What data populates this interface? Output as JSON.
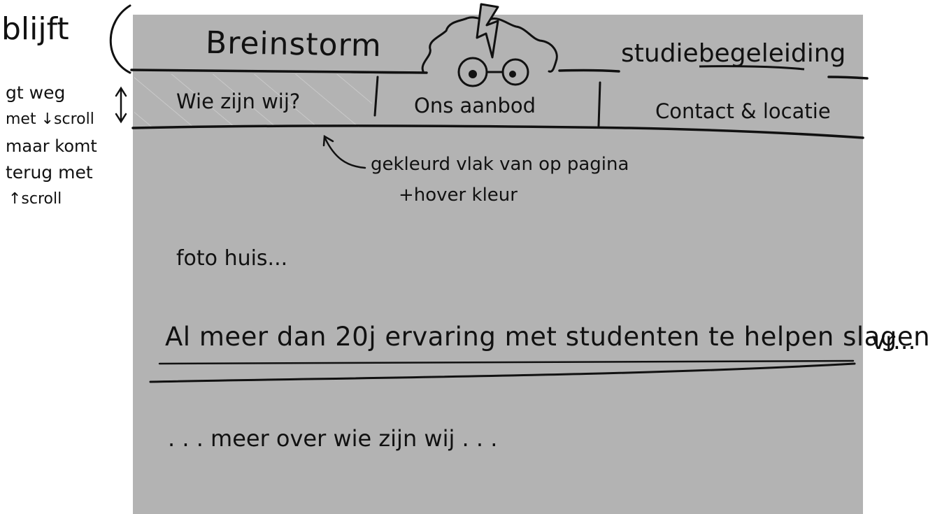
{
  "header": {
    "brand": "Breinstorm",
    "tagline": "studiebegeleiding"
  },
  "nav": {
    "items": [
      {
        "label": "Wie zijn wij?"
      },
      {
        "label": "Ons aanbod"
      },
      {
        "label": "Contact & locatie"
      }
    ]
  },
  "annotations": {
    "sticky_title": "blijft",
    "sticky_lines": [
      "gt weg",
      "met ↓scroll",
      "maar komt",
      "terug met",
      "↑scroll"
    ],
    "nav_note_line1": "gekleurd vlak van op pagina",
    "nav_note_line2": "+hover kleur"
  },
  "main": {
    "photo_placeholder": "foto huis...",
    "headline": "Al meer dan 20j ervaring met studenten te helpen slagen",
    "headline_trail": "vr...",
    "more_text": ". . . meer over wie zijn wij . . ."
  },
  "colors": {
    "page_bg": "#ffffff",
    "canvas_bg": "#b3b3b3",
    "ink": "#111111",
    "hatch": "#c9c9c9"
  },
  "icons": {
    "logo": "brain-storm-mascot-icon"
  }
}
